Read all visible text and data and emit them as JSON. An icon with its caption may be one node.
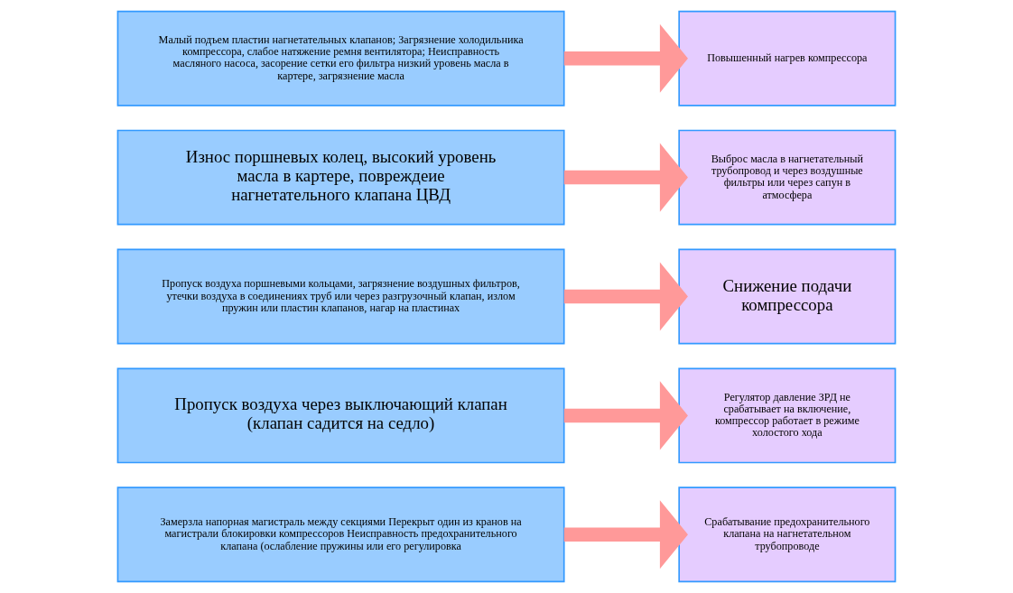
{
  "diagram": {
    "nodes": [
      {
        "text": [
          "Малый подъем пластин нагнетательных клапанов; Загрязнение холодильника компрессора, слабое натяжение ремня вентилятора; Неисправность масляного насоса, засорение сетки его фильтра низкий уровень масла в картере, загрязнение масла"
        ]
      },
      {
        "text": [
          "Повышенный нагрев компрессора"
        ]
      },
      {
        "text": [
          "Износ поршневых колец, высокий уровень масла в картере, повреждеие нагнетательного клапана ЦВД"
        ]
      },
      {
        "text": [
          "Выброс масла в нагнетательный трубопровод и через воздушные фильтры или через сапун в атмосфера"
        ]
      },
      {
        "text": [
          "Пропуск воздуха поршневыми кольцами, загрязнение воздушных фильтров, утечки воздуха в соединениях труб или через разгрузочный клапан, излом пружин или пластин клапанов, нагар на пластинах"
        ]
      },
      {
        "text": [
          "Снижение подачи компрессора"
        ]
      },
      {
        "text": [
          "Пропуск воздуха через выключающий клапан (клапан садится на седло)"
        ]
      },
      {
        "text": [
          "Регулятор давление ЗРД не срабатывает на включение, компрессор работает в режиме холостого хода"
        ]
      },
      {
        "text": [
          "Замерзла напорная магистраль между секциями Перекрыт один из кранов на магистрали блокировки компрессоров Неисправность предохранительного клапана (ослабление пружины или его регулировка"
        ]
      },
      {
        "text": [
          "Срабатывание предохранительного клапана на нагнетательном трубопроводе"
        ]
      }
    ],
    "edges": [
      {
        "from": 0,
        "to": 1,
        "arrow": "to"
      },
      {
        "from": 2,
        "to": 3,
        "arrow": "to"
      },
      {
        "from": 4,
        "to": 5,
        "arrow": "to"
      },
      {
        "from": 6,
        "to": 7,
        "arrow": "to"
      },
      {
        "from": 8,
        "to": 9,
        "arrow": "to"
      }
    ]
  }
}
